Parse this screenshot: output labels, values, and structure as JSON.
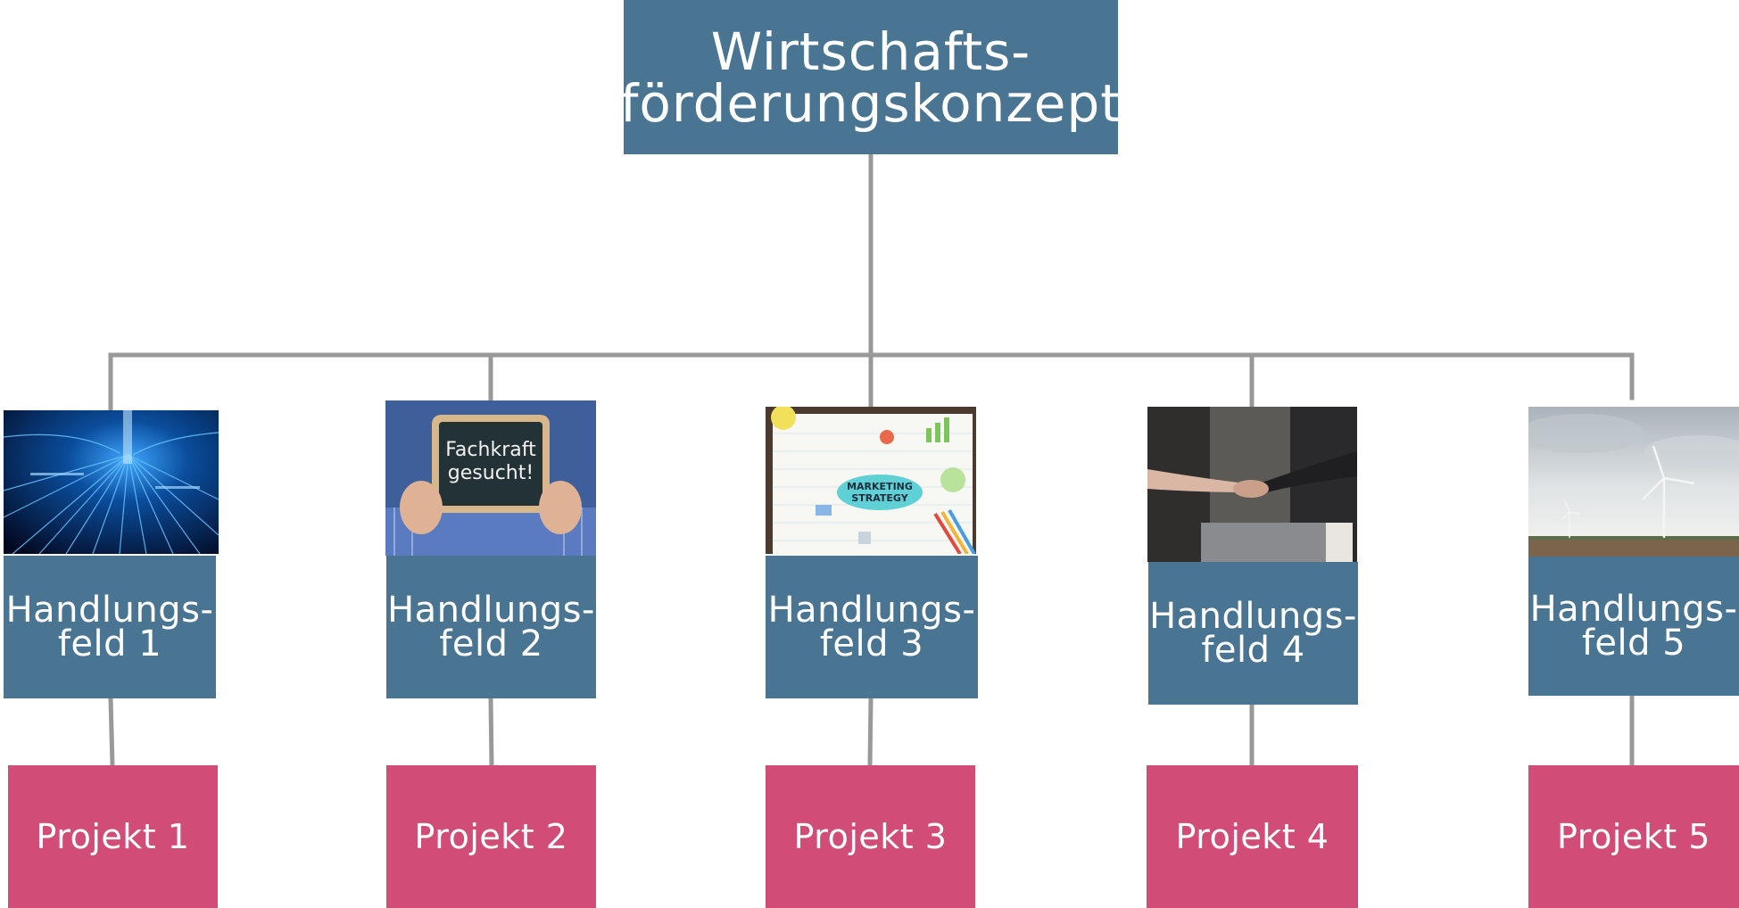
{
  "root": {
    "line1": "Wirtschafts-",
    "line2": "förderungskonzept"
  },
  "fields": [
    {
      "line1": "Handlungs-",
      "line2": "feld 1",
      "photo": "digital-data-lines",
      "photo_text": ""
    },
    {
      "line1": "Handlungs-",
      "line2": "feld 2",
      "photo": "person-holding-chalkboard",
      "photo_text": "Fachkraft gesucht!"
    },
    {
      "line1": "Handlungs-",
      "line2": "feld 3",
      "photo": "marketing-strategy-notebook",
      "photo_text": "MARKETING STRATEGY"
    },
    {
      "line1": "Handlungs-",
      "line2": "feld 4",
      "photo": "business-handshake",
      "photo_text": ""
    },
    {
      "line1": "Handlungs-",
      "line2": "feld 5",
      "photo": "wind-turbines-field",
      "photo_text": ""
    }
  ],
  "projects": [
    {
      "label": "Projekt 1"
    },
    {
      "label": "Projekt 2"
    },
    {
      "label": "Projekt 3"
    },
    {
      "label": "Projekt 4"
    },
    {
      "label": "Projekt 5"
    }
  ],
  "colors": {
    "header_box": "#497593",
    "project_box": "#d14d78",
    "connector": "#999999"
  }
}
